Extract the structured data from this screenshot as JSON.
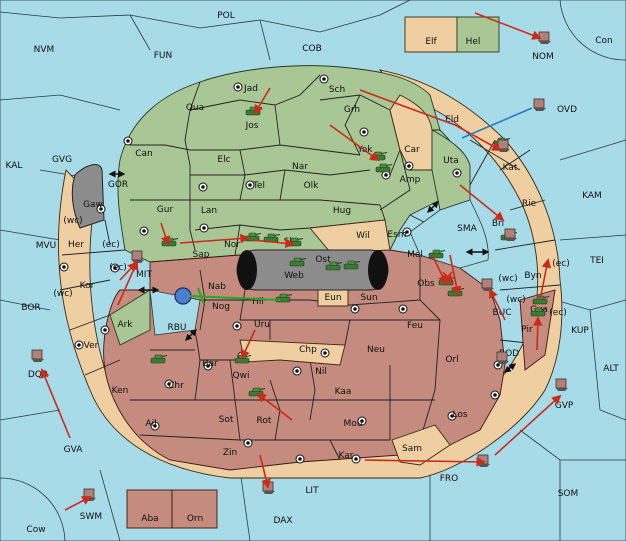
{
  "colors": {
    "sea": "#a8dbe8",
    "green_power": "#a9c794",
    "tan_power": "#efcfa2",
    "red_power": "#c48b7e",
    "impassable": "#8c8c8c",
    "order_arrow": "#cc2a1a",
    "support_line": "#2a7ac0",
    "hold_line": "#22aa22"
  },
  "sea_labels": [
    "POL",
    "NVM",
    "FUN",
    "COB",
    "NOM",
    "Con",
    "OVD",
    "KAL",
    "GVG",
    "KAM",
    "TEI",
    "MVU",
    "BOR",
    "ALT",
    "KUP",
    "GVA",
    "SOM",
    "LIT",
    "FRO",
    "DAX",
    "SWM",
    "Cow",
    "DQR",
    "GVP",
    "BUC",
    "ROD",
    "RBU",
    "MIT",
    "GOR",
    "SMA"
  ],
  "land_labels": {
    "green": [
      "Jad",
      "Sch",
      "Qua",
      "Jos",
      "Grh",
      "Can",
      "Elc",
      "Nar",
      "Yok",
      "Car",
      "Tel",
      "Olk",
      "Amp",
      "Uta",
      "Gur",
      "Lan",
      "Hug",
      "Nor",
      "Skr",
      "Sap",
      "Wil",
      "Esm",
      "Ark",
      "Mel",
      "Hel"
    ],
    "tan": [
      "Elf",
      "Eld",
      "Kat",
      "Rie",
      "Bri",
      "Byn",
      "Her",
      "Kor",
      "Ver",
      "Chp",
      "Eun",
      "Sam"
    ],
    "red": [
      "Web",
      "Ost",
      "Nab",
      "Nog",
      "Hil",
      "Sun",
      "Obs",
      "Gva",
      "Pir",
      "Uru",
      "Feu",
      "Bar",
      "Qwi",
      "Neu",
      "Orl",
      "Nil",
      "Ken",
      "Chr",
      "Kaa",
      "Ail",
      "Sot",
      "Rot",
      "Mou",
      "Los",
      "Zin",
      "Kar",
      "Aba",
      "Orn"
    ],
    "gray": [
      "Gaw"
    ]
  },
  "coast_markers": [
    "(wc)",
    "(ec)",
    "(ec)",
    "(wc)",
    "(wc)",
    "(wc)",
    "(ec)",
    "(ec)"
  ]
}
